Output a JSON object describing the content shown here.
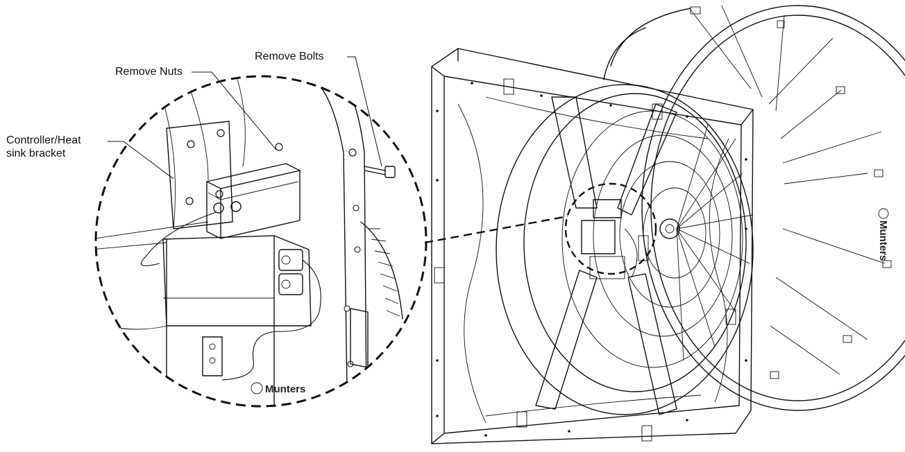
{
  "callouts": {
    "controller_bracket": "Controller/Heat\nsink bracket",
    "remove_nuts": "Remove Nuts",
    "remove_bolts": "Remove Bolts"
  },
  "brand": {
    "name": "Munters"
  },
  "colors": {
    "line": "#111111",
    "background": "#ffffff"
  }
}
